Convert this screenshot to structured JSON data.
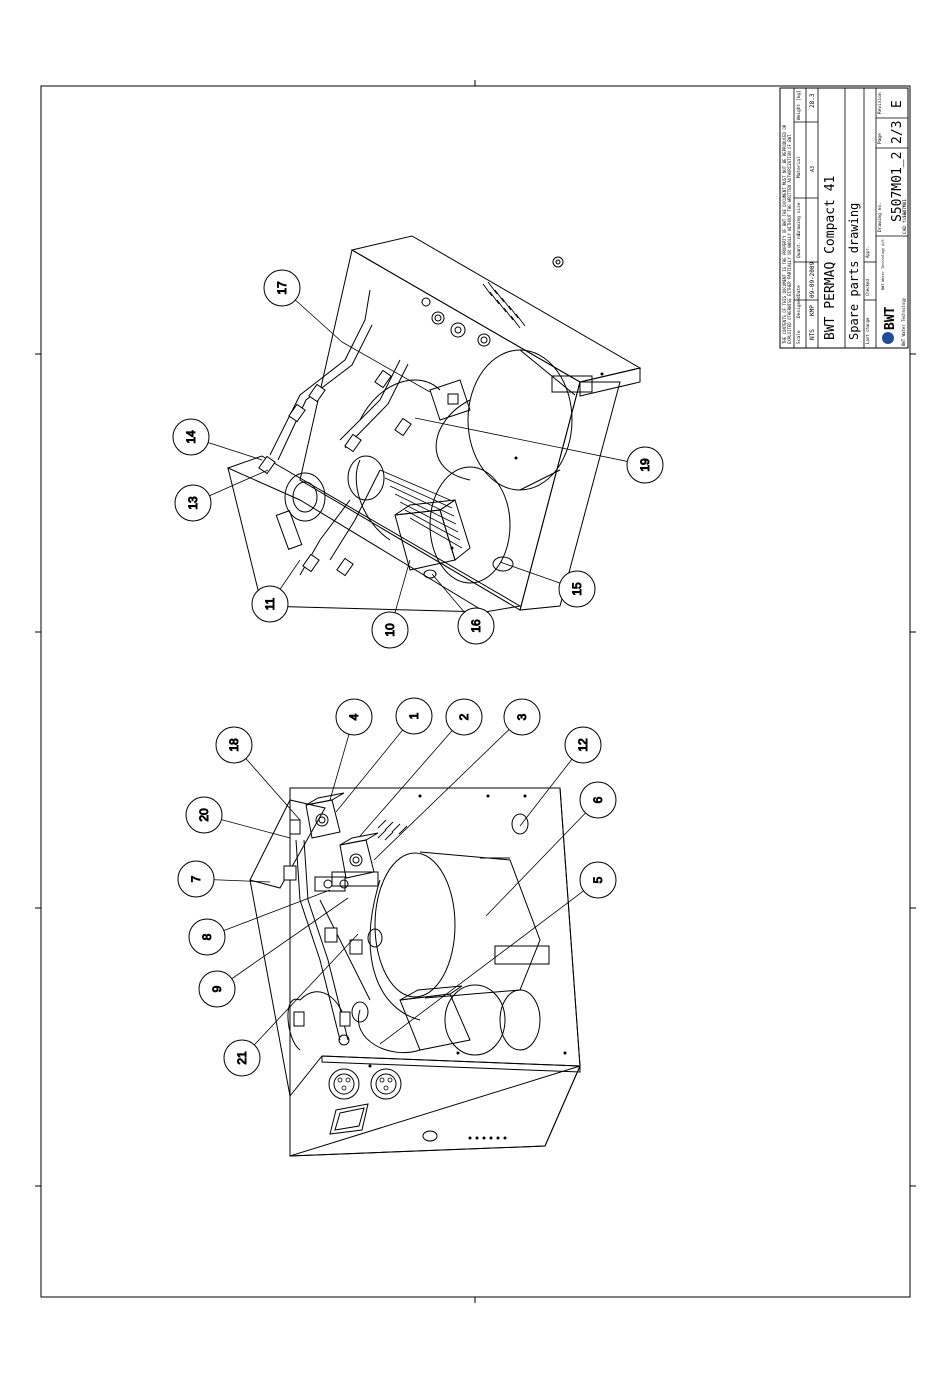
{
  "title_block": {
    "disclaimer_line1": "THE CONTENTS OF THIS DOCUMENT IS THE PROPERTY OF BWT THE DOCUMENT MUST NOT BE REPRODUCED OR",
    "disclaimer_line2": "EXPLOITED OTHERWISE EITHER PARTIALLY OR WHOLLY WITHOUT THE WRITTEN AUTHORIZATION OF BWT",
    "scale_label": "Scale",
    "scale_value": "NTS",
    "designed_label": "Designed",
    "designed_value": "KMP",
    "date_label": "Date",
    "date_value": "09-09-2009",
    "quant_label": "Quant. no.",
    "drawing_size_label": "Drawing size",
    "material_label": "Material",
    "drawing_size_value": "A3",
    "weight_label": "Weight [kg]",
    "weight_value": "28.3",
    "product_title": "BWT PERMAQ Compact 41",
    "drawing_title": "Spare parts drawing",
    "drawing_no_label": "Drawing no.",
    "drawing_no_value": "S507M01_2",
    "page_label": "Page",
    "page_value": "2/3",
    "revision_label": "Revision",
    "revision_value": "E",
    "cad_file_label": "CAD file:",
    "cad_file_value": "S507M01",
    "company_logo": "BWT",
    "company_tagline": "BWT Water Technology",
    "last_change_label": "Last change",
    "checked_label": "Checked",
    "appr_label": "Appr.",
    "company_address": "BWT Water Technology A/S"
  },
  "callouts": {
    "c1": "1",
    "c2": "2",
    "c3": "3",
    "c4": "4",
    "c5": "5",
    "c6": "6",
    "c7": "7",
    "c8": "8",
    "c9": "9",
    "c10": "10",
    "c11": "11",
    "c12": "12",
    "c13": "13",
    "c14": "14",
    "c15": "15",
    "c16": "16",
    "c17": "17",
    "c18": "18",
    "c19": "19",
    "c20": "20",
    "c21": "21"
  }
}
